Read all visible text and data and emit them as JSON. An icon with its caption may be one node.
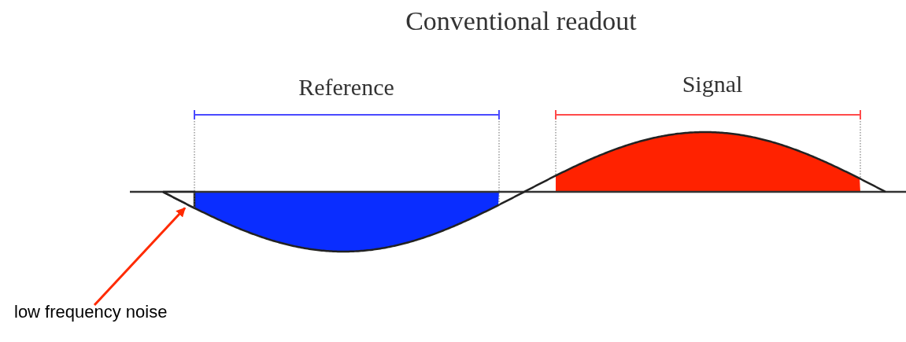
{
  "diagram": {
    "title": "Conventional readout",
    "nodes": [
      {
        "text": [
          "low frequency noise"
        ]
      },
      {
        "text": [],
        "shape": "wedge"
      }
    ],
    "edges": [
      {
        "from": 0,
        "to": 1,
        "arrow": "to",
        "color": "#ff2a00"
      }
    ],
    "labels": [
      "Reference",
      "Signal"
    ]
  }
}
